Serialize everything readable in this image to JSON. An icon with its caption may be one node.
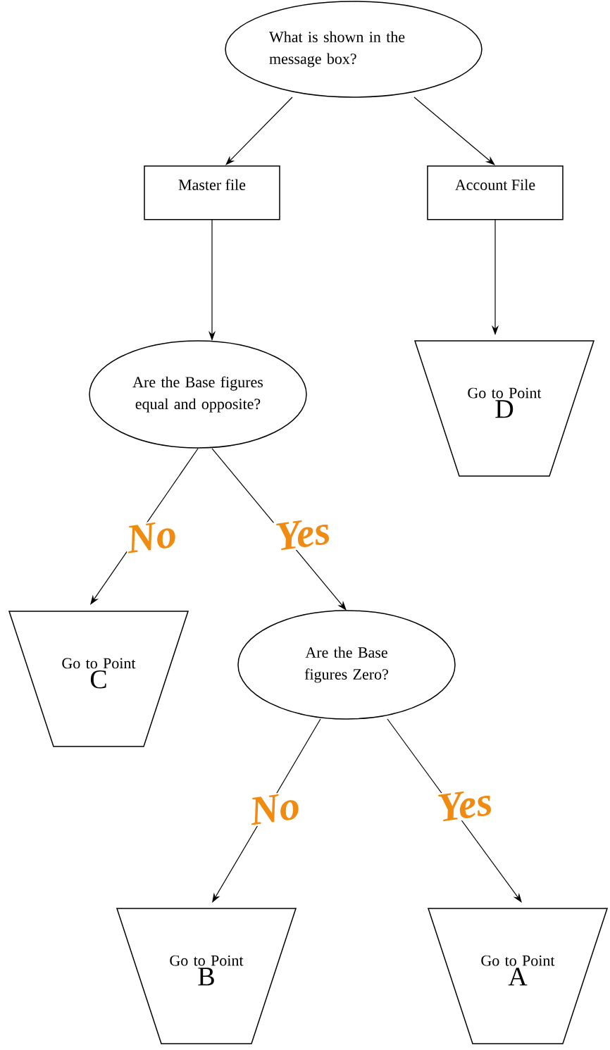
{
  "diagram": {
    "nodes": [
      {
        "text": [
          "What is shown in the message box?"
        ]
      },
      {
        "text": [
          "Master file"
        ]
      },
      {
        "text": [
          "Account File"
        ]
      },
      {
        "text": [
          "Are the Base figures equal and opposite?"
        ]
      },
      {
        "text": [
          "Go to Point",
          "D"
        ]
      },
      {
        "text": [
          "Go to Point",
          "C"
        ]
      },
      {
        "text": [
          "Are the Base figures Zero?"
        ]
      },
      {
        "text": [
          "Go to Point",
          "B"
        ]
      },
      {
        "text": [
          "Go to Point",
          "A"
        ]
      }
    ],
    "edges": [
      {
        "from": 0,
        "to": 1,
        "arrow": "to"
      },
      {
        "from": 0,
        "to": 2,
        "arrow": "to"
      },
      {
        "from": 1,
        "to": 3,
        "arrow": "to"
      },
      {
        "from": 2,
        "to": 4,
        "arrow": "to"
      },
      {
        "from": 3,
        "to": 5,
        "arrow": "to",
        "label": "No"
      },
      {
        "from": 3,
        "to": 6,
        "arrow": "to",
        "label": "Yes"
      },
      {
        "from": 6,
        "to": 7,
        "arrow": "to",
        "label": "No"
      },
      {
        "from": 6,
        "to": 8,
        "arrow": "to",
        "label": "Yes"
      }
    ]
  }
}
